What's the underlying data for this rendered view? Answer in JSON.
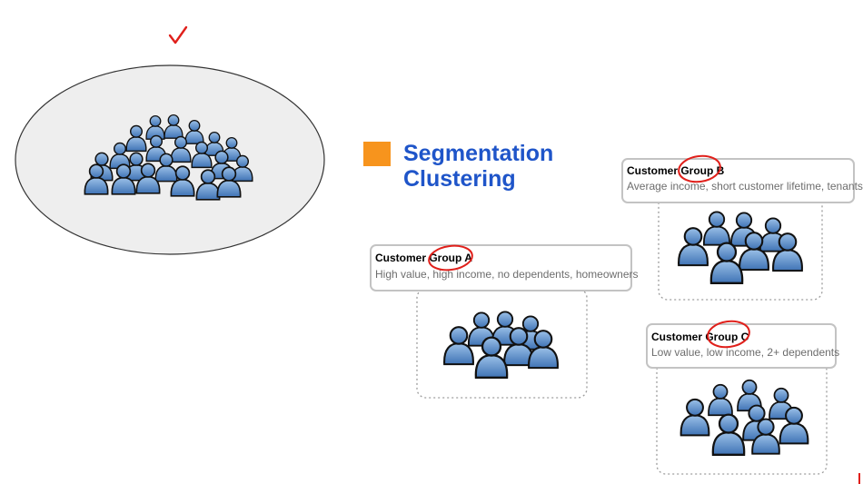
{
  "slide": {
    "title_line1": "Segmentation",
    "title_line2": "Clustering",
    "colors": {
      "title": "#1f55c9",
      "bullet": "#f7941d",
      "figure_fill": "#5f8fc4",
      "ink_annotation": "#e0201b",
      "ellipse_fill": "#eeeeee"
    }
  },
  "groups": [
    {
      "title": "Customer Group A",
      "description": "High value, high income, no dependents, homeowners"
    },
    {
      "title": "Customer Group B",
      "description": "Average income, short customer lifetime, tenants"
    },
    {
      "title": "Customer Group C",
      "description": "Low value, low income, 2+ dependents"
    }
  ]
}
